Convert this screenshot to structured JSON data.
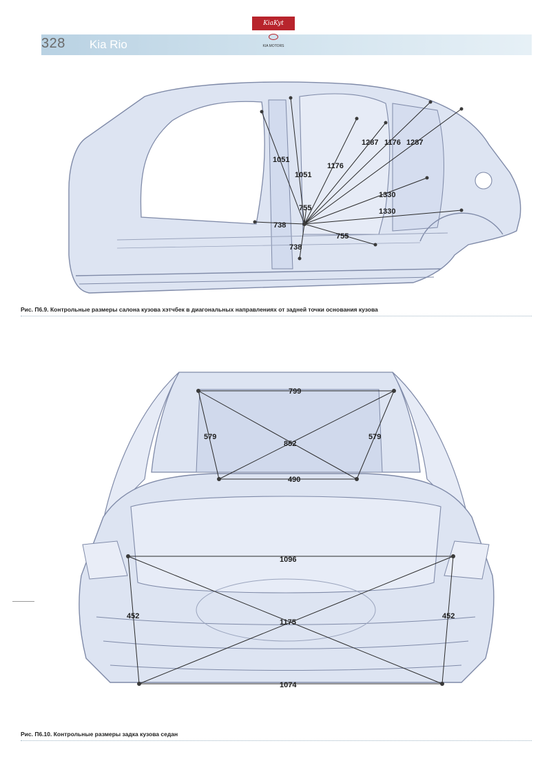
{
  "header": {
    "page_number": "328",
    "book_title": "Kia Rio",
    "logo_brand": "KiaKyt",
    "logo_sub": "KIA MOTORS"
  },
  "figure1": {
    "caption": "Рис. П6.9. Контрольные размеры салона кузова хэтчбек в диагональных направлениях от задней точки основания кузова",
    "dims": {
      "a1051": "1051",
      "b1051": "1051",
      "a1176": "1176",
      "b1176": "1176",
      "a1287": "1287",
      "b1287": "1287",
      "a1330": "1330",
      "b1330": "1330",
      "a755": "755",
      "b755": "755",
      "a738": "738",
      "b738": "738"
    }
  },
  "figure2": {
    "caption": "Рис. П6.10. Контрольные размеры задка кузова седан",
    "dims": {
      "d799": "799",
      "d579l": "579",
      "d579r": "579",
      "d852": "852",
      "d490": "490",
      "d1096": "1096",
      "d452l": "452",
      "d452r": "452",
      "d1175": "1175",
      "d1074": "1074"
    }
  },
  "colors": {
    "body_fill": "#dde4f2",
    "line": "#7f8aa8",
    "header_band": "#c6dbe9",
    "logo_red": "#b8242c"
  }
}
